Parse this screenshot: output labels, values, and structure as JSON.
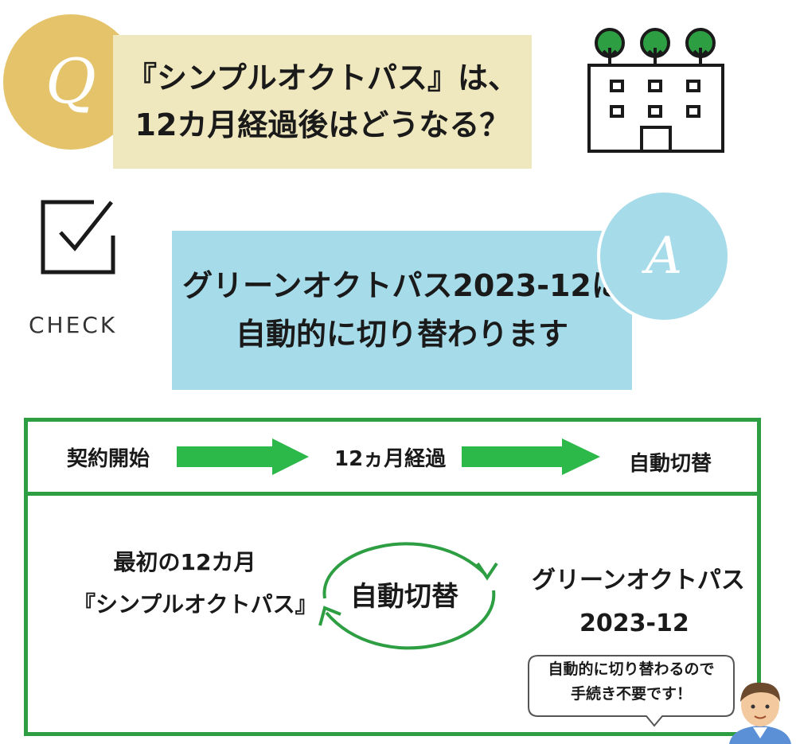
{
  "question": {
    "badge": "Q",
    "line1": "『シンプルオクトパス』は、",
    "line2": "12カ月経過後はどうなる？"
  },
  "answer": {
    "badge": "A",
    "line1": "グリーンオクトパス2023-12に",
    "line2": "自動的に切り替わります"
  },
  "check_label": "CHECK",
  "timeline": {
    "steps": [
      "契約開始",
      "12ヵ月経過",
      "自動切替"
    ]
  },
  "detail": {
    "left_line1": "最初の12カ月",
    "left_line2": "『シンプルオクトパス』",
    "cycle_label": "自動切替",
    "right_line1": "グリーンオクトパス",
    "right_line2": "2023-12"
  },
  "bubble": {
    "line1": "自動的に切り替わるので",
    "line2": "手続き不要です！"
  },
  "icons": {
    "building": "building-with-trees-icon",
    "check": "checkbox-icon",
    "person": "person-avatar-icon",
    "arrows": "cycle-arrows-icon"
  },
  "colors": {
    "q_badge": "#e4c36b",
    "q_box": "#efe7bd",
    "a_box": "#a6dbe9",
    "green": "#2e9e43",
    "arrow_green": "#2db84a"
  }
}
